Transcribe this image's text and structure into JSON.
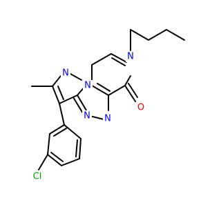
{
  "structure": {
    "atoms": [
      {
        "id": "o1",
        "symbol": "O",
        "color": "#ff0000"
      },
      {
        "id": "n_pyridone",
        "symbol": "N",
        "color": "#0000ff"
      },
      {
        "id": "n_bridge",
        "symbol": "N",
        "color": "#0000ff"
      },
      {
        "id": "n_pyrazole",
        "symbol": "N",
        "color": "#0000ff"
      },
      {
        "id": "n_triazine_a",
        "symbol": "N",
        "color": "#0000ff"
      },
      {
        "id": "n_triazine_b",
        "symbol": "N",
        "color": "#0000ff"
      },
      {
        "id": "cl1",
        "symbol": "Cl",
        "color": "#00aa00"
      }
    ],
    "bond_color": "#000000"
  }
}
